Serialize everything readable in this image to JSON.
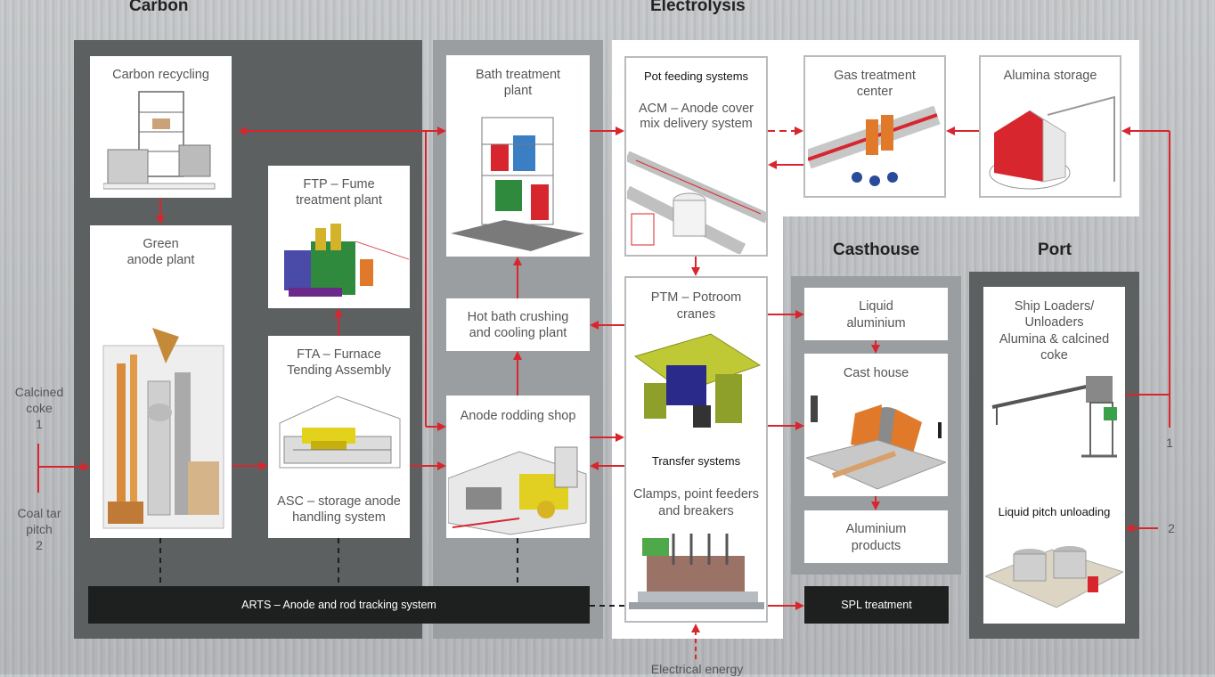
{
  "sections": {
    "carbon": "Carbon",
    "electrolysis": "Electrolysis",
    "casthouse": "Casthouse",
    "port": "Port"
  },
  "boxes": {
    "carbon_recycling": "Carbon recycling",
    "green_anode_1": "Green",
    "green_anode_2": "anode plant",
    "ftp_1": "FTP – Fume",
    "ftp_2": "treatment plant",
    "fta_1": "FTA – Furnace",
    "fta_2": "Tending Assembly",
    "asc_1": "ASC – storage anode",
    "asc_2": "handling system",
    "bath_1": "Bath treatment",
    "bath_2": "plant",
    "hot_bath_1": "Hot bath crushing",
    "hot_bath_2": "and cooling plant",
    "anode_rodding": "Anode rodding shop",
    "pot_feeding": "Pot feeding systems",
    "acm_1": "ACM – Anode cover",
    "acm_2": "mix delivery system",
    "gas_1": "Gas treatment",
    "gas_2": "center",
    "alumina_storage": "Alumina storage",
    "ptm_1": "PTM – Potroom",
    "ptm_2": "cranes",
    "transfer": "Transfer systems",
    "clamps_1": "Clamps, point feeders",
    "clamps_2": "and breakers",
    "liquid_al_1": "Liquid",
    "liquid_al_2": "aluminium",
    "cast_house": "Cast house",
    "al_products_1": "Aluminium",
    "al_products_2": "products",
    "ship_1": "Ship Loaders/",
    "ship_2": "Unloaders",
    "ship_3": "Alumina & calcined",
    "ship_4": "coke",
    "liquid_pitch": "Liquid pitch unloading",
    "arts": "ARTS – Anode and rod tracking system",
    "spl": "SPL treatment"
  },
  "inputs": {
    "calcined_1": "Calcined",
    "calcined_2": "coke",
    "calcined_3": "1",
    "coal_1": "Coal tar",
    "coal_2": "pitch",
    "coal_3": "2",
    "right_1": "1",
    "right_2": "2",
    "electrical": "Electrical energy"
  },
  "colors": {
    "arrow": "#d8262e",
    "dark_panel": "#5d6061",
    "mid_panel": "#9b9ea0",
    "black_bar": "#1e1f1f"
  }
}
